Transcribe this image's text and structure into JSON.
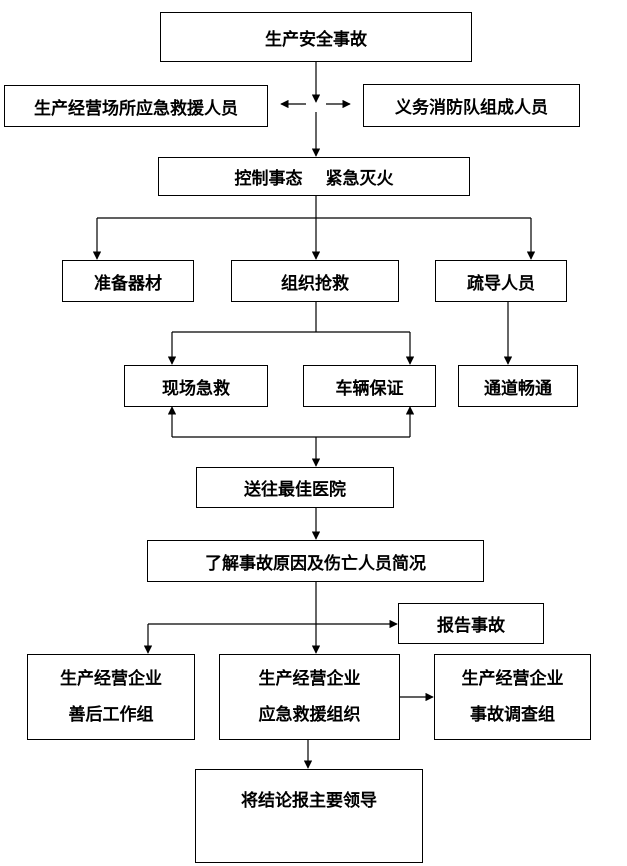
{
  "flowchart": {
    "accident": "生产安全事故",
    "onsite_rescuers": "生产经营场所应急救援人员",
    "volunteer_firefighters": "义务消防队组成人员",
    "control": "控制事态　 紧急灭火",
    "prepare_equipment": "准备器材",
    "organize_rescue": "组织抢救",
    "evacuate": "疏导人员",
    "onsite_first_aid": "现场急救",
    "vehicle_support": "车辆保证",
    "clear_passage": "通道畅通",
    "send_hospital": "送往最佳医院",
    "understand_cause": "了解事故原因及伤亡人员简况",
    "report_accident": "报告事故",
    "aftermath_group": {
      "line1": "生产经营企业",
      "line2": "善后工作组"
    },
    "emergency_org": {
      "line1": "生产经营企业",
      "line2": "应急救援组织"
    },
    "investigation_group": {
      "line1": "生产经营企业",
      "line2": "事故调查组"
    },
    "report_leaders": "将结论报主要领导"
  }
}
